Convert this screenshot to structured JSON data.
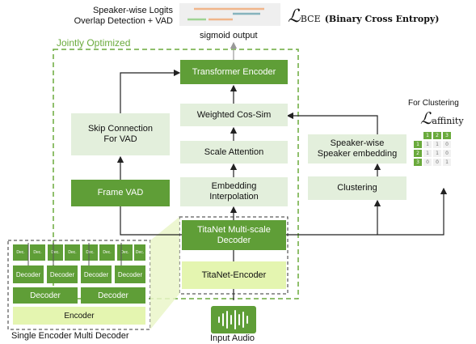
{
  "top": {
    "logits_line1": "Speaker-wise Logits",
    "logits_line2": "Overlap Detection + VAD",
    "sigmoid_label": "sigmoid output",
    "bce_symbol": "ℒ",
    "bce_sub": "BCE",
    "bce_desc": "(Binary Cross Entropy)"
  },
  "jointly_label": "Jointly Optimized",
  "blocks": {
    "transformer": "Transformer Encoder",
    "weighted": "Weighted Cos-Sim",
    "scale_attention": "Scale Attention",
    "embedding_interp_1": "Embedding",
    "embedding_interp_2": "Interpolation",
    "titanet_decoder_1": "TitaNet Multi-scale",
    "titanet_decoder_2": "Decoder",
    "titanet_encoder": "TitaNet-Encoder",
    "skip_1": "Skip Connection",
    "skip_2": "For VAD",
    "frame_vad": "Frame VAD",
    "speaker_emb_1": "Speaker-wise",
    "speaker_emb_2": "Speaker embedding",
    "clustering": "Clustering"
  },
  "clustering_panel": {
    "title": "For Clustering",
    "loss_symbol": "ℒ",
    "loss_sub": "affinity",
    "headers": [
      "1",
      "2",
      "3"
    ],
    "rows": [
      {
        "label": "1",
        "values": [
          "1",
          "1",
          "0"
        ]
      },
      {
        "label": "2",
        "values": [
          "1",
          "1",
          "0"
        ]
      },
      {
        "label": "3",
        "values": [
          "0",
          "0",
          "1"
        ]
      }
    ]
  },
  "semd": {
    "dec_small": "Dec.",
    "decoder": "Decoder",
    "encoder": "Encoder",
    "caption": "Single Encoder Multi Decoder"
  },
  "input_audio": "Input Audio",
  "colors": {
    "dark_green": "#5f9e37",
    "light_green": "#e3efdc",
    "pale_green": "#e4f5b0",
    "dashed": "#6aaa3c"
  }
}
